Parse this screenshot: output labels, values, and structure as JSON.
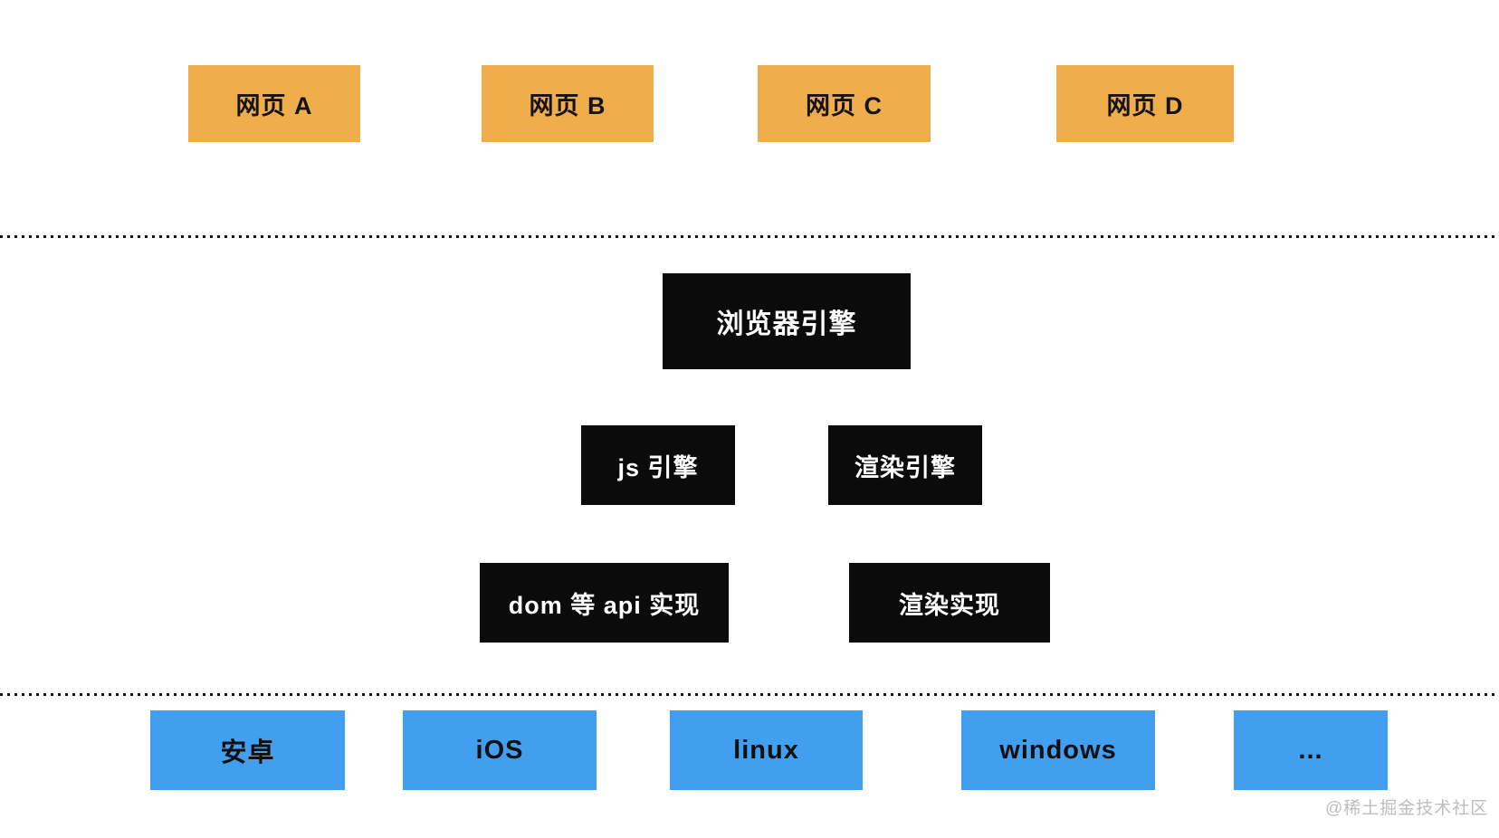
{
  "diagram": {
    "pages": [
      {
        "label": "网页 A"
      },
      {
        "label": "网页 B"
      },
      {
        "label": "网页 C"
      },
      {
        "label": "网页 D"
      }
    ],
    "browser_engine_label": "浏览器引擎",
    "js_engine_label": "js 引擎",
    "render_engine_label": "渲染引擎",
    "dom_api_impl_label": "dom 等 api 实现",
    "render_impl_label": "渲染实现",
    "platforms": [
      {
        "label": "安卓"
      },
      {
        "label": "iOS"
      },
      {
        "label": "linux"
      },
      {
        "label": "windows"
      },
      {
        "label": "..."
      }
    ],
    "watermark": "@稀土掘金技术社区"
  },
  "colors": {
    "page_box": "#efad4b",
    "engine_box": "#0b0b0b",
    "platform_box": "#429ff0",
    "dotted_line": "#111111",
    "watermark_text": "#bdbdbd"
  }
}
